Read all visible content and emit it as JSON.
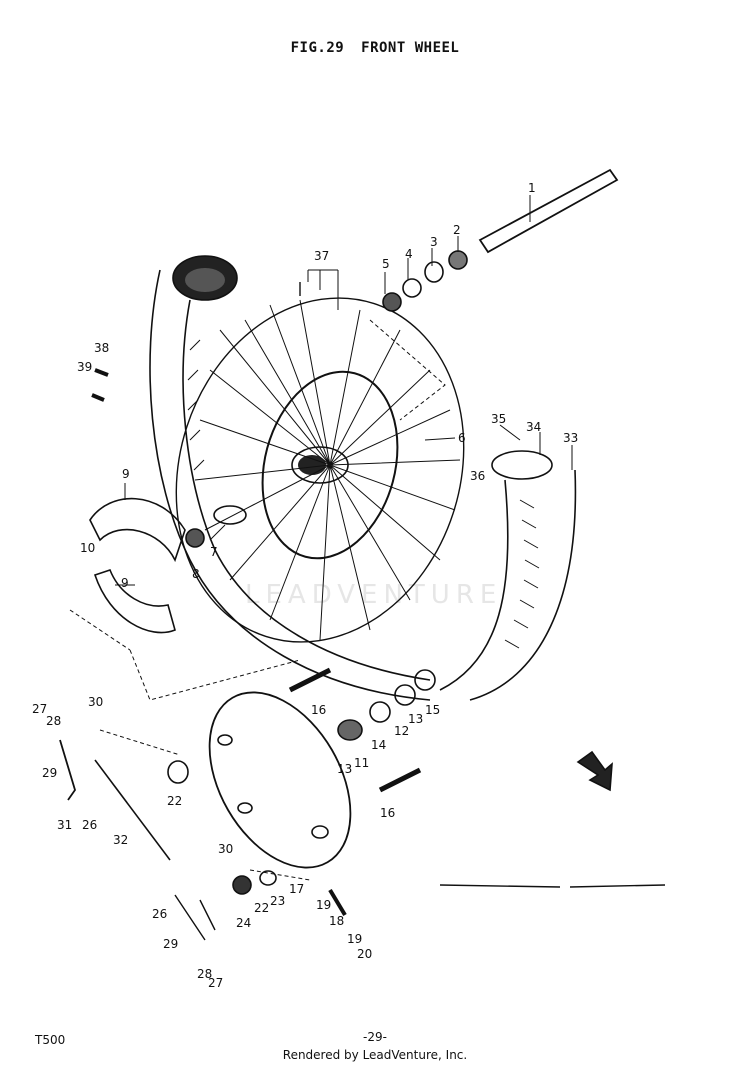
{
  "header": {
    "figure": "FIG.29",
    "title": "FRONT WHEEL"
  },
  "callouts": {
    "c1": "1",
    "c2": "2",
    "c3": "3",
    "c4": "4",
    "c5": "5",
    "c6": "6",
    "c7": "7",
    "c8": "8",
    "c9a": "9",
    "c9b": "9",
    "c10": "10",
    "c11": "11",
    "c12": "12",
    "c13a": "13",
    "c13b": "13",
    "c14": "14",
    "c15": "15",
    "c16a": "16",
    "c16b": "16",
    "c17": "17",
    "c18": "18",
    "c19a": "19",
    "c19b": "19",
    "c20": "20",
    "c22a": "22",
    "c22b": "22",
    "c23": "23",
    "c24": "24",
    "c26a": "26",
    "c26b": "26",
    "c27a": "27",
    "c27b": "27",
    "c28a": "28",
    "c28b": "28",
    "c29a": "29",
    "c29b": "29",
    "c30a": "30",
    "c30b": "30",
    "c31": "31",
    "c32": "32",
    "c33": "33",
    "c34": "34",
    "c35": "35",
    "c36": "36",
    "c37": "37",
    "c38": "38",
    "c39": "39"
  },
  "watermark": "LEADVENTURE",
  "footer": {
    "model": "T500",
    "page": "-29-",
    "rendered_by": "Rendered by LeadVenture, Inc."
  }
}
